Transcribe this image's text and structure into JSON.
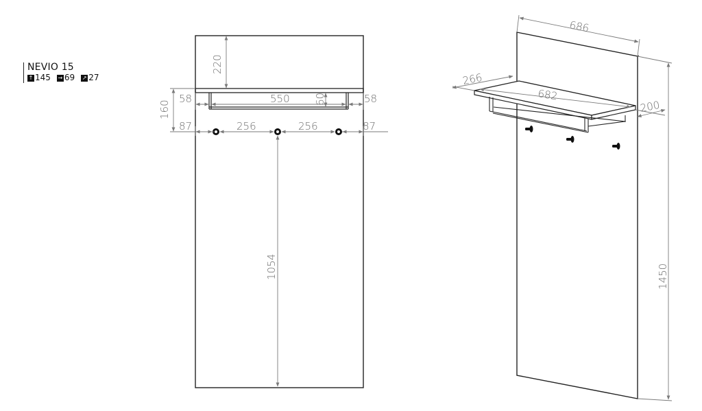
{
  "product": {
    "name": "NEVIO 15",
    "height": "145",
    "width": "69",
    "depth": "27",
    "icons": {
      "height": "arrow-up-icon",
      "width": "arrow-right-icon",
      "depth": "arrow-diagonal-icon"
    }
  },
  "front_view": {
    "top_offset": "220",
    "shelf_height": "160",
    "shelf_side_left": "58",
    "shelf_side_right": "58",
    "rail_width": "550",
    "rail_drop": "60",
    "hook_edge_left": "87",
    "hook_spacing_1": "256",
    "hook_spacing_2": "256",
    "hook_edge_right": "87",
    "hook_height": "1054"
  },
  "iso_view": {
    "panel_width": "686",
    "shelf_depth": "266",
    "shelf_width": "682",
    "shelf_depth_right": "200",
    "total_height": "1450"
  },
  "colors": {
    "line": "#222222",
    "dimension": "#7a7a7a",
    "hook": "#111111"
  }
}
